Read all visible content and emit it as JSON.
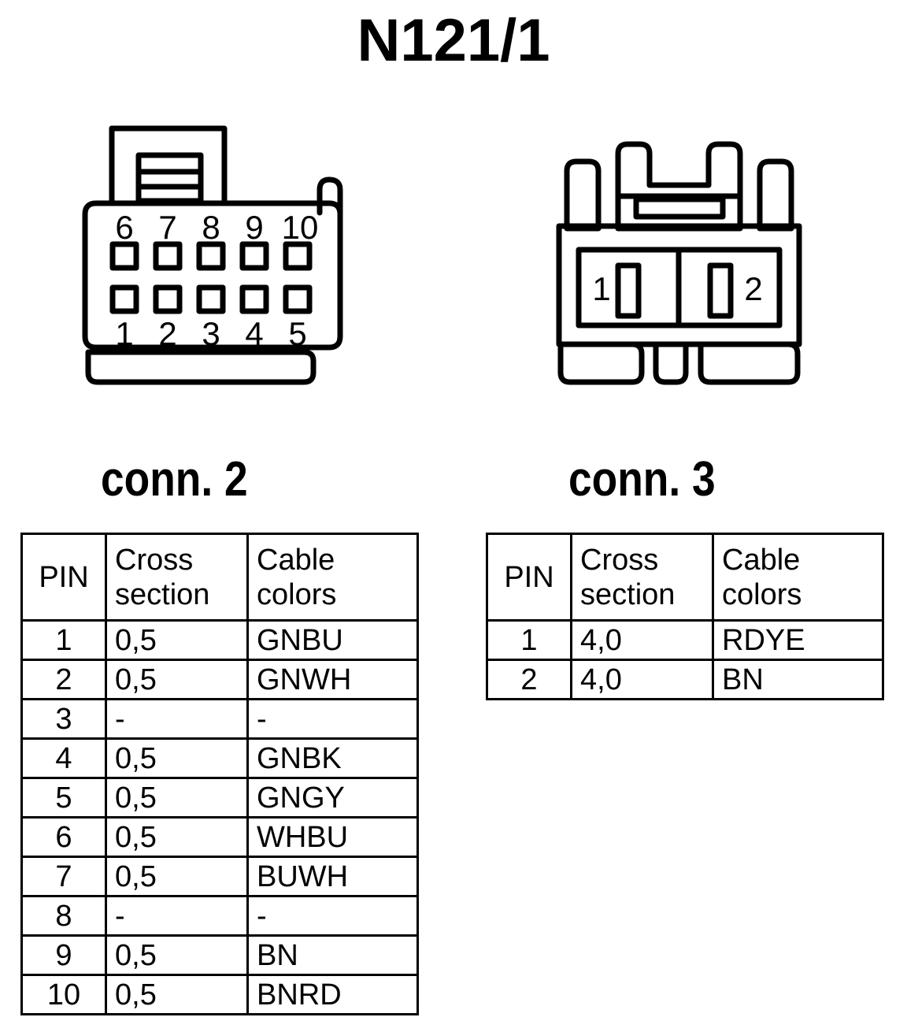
{
  "title": "N121/1",
  "connectors": [
    {
      "name": "conn-2",
      "caption": "conn. 2",
      "type": "10-pin-rectangular-housing",
      "top_row_pins": [
        "6",
        "7",
        "8",
        "9",
        "10"
      ],
      "bottom_row_pins": [
        "1",
        "2",
        "3",
        "4",
        "5"
      ]
    },
    {
      "name": "conn-3",
      "caption": "conn. 3",
      "type": "2-pin-blade-housing",
      "chamber_pins": [
        "1",
        "2"
      ]
    }
  ],
  "tables": {
    "conn2": {
      "headers": {
        "pin": "PIN",
        "cross_line1": "Cross",
        "cross_line2": "section",
        "colors_line1": "Cable",
        "colors_line2": "colors"
      },
      "rows": [
        {
          "pin": "1",
          "cross_section": "0,5",
          "cable_colors": "GNBU"
        },
        {
          "pin": "2",
          "cross_section": "0,5",
          "cable_colors": "GNWH"
        },
        {
          "pin": "3",
          "cross_section": "-",
          "cable_colors": "-"
        },
        {
          "pin": "4",
          "cross_section": "0,5",
          "cable_colors": "GNBK"
        },
        {
          "pin": "5",
          "cross_section": "0,5",
          "cable_colors": "GNGY"
        },
        {
          "pin": "6",
          "cross_section": "0,5",
          "cable_colors": "WHBU"
        },
        {
          "pin": "7",
          "cross_section": "0,5",
          "cable_colors": "BUWH"
        },
        {
          "pin": "8",
          "cross_section": "-",
          "cable_colors": "-"
        },
        {
          "pin": "9",
          "cross_section": "0,5",
          "cable_colors": "BN"
        },
        {
          "pin": "10",
          "cross_section": "0,5",
          "cable_colors": "BNRD"
        }
      ]
    },
    "conn3": {
      "headers": {
        "pin": "PIN",
        "cross_line1": "Cross",
        "cross_line2": "section",
        "colors_line1": "Cable",
        "colors_line2": "colors"
      },
      "rows": [
        {
          "pin": "1",
          "cross_section": "4,0",
          "cable_colors": "RDYE"
        },
        {
          "pin": "2",
          "cross_section": "4,0",
          "cable_colors": "BN"
        }
      ]
    }
  },
  "colors": {
    "ink": "#000000",
    "paper": "#ffffff"
  }
}
